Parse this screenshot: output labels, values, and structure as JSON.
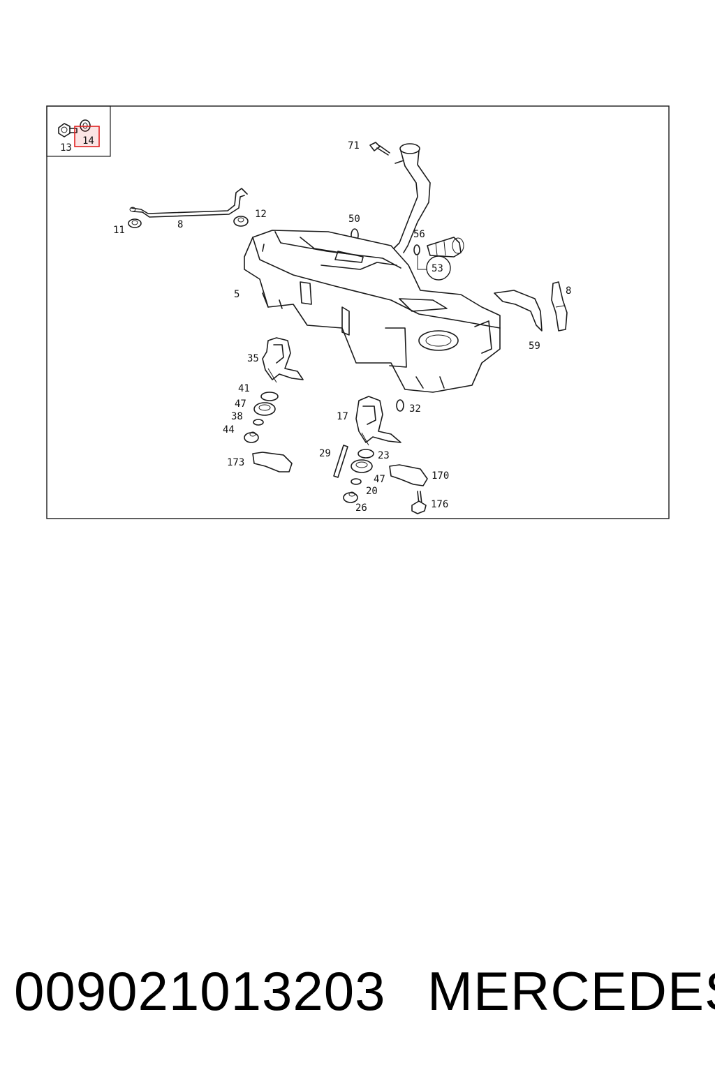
{
  "diagram": {
    "labels": {
      "p13": "13",
      "p14": "14",
      "p71": "71",
      "p11": "11",
      "p8a": "8",
      "p12": "12",
      "p50": "50",
      "p56": "56",
      "p53": "53",
      "p5": "5",
      "p8b": "8",
      "p59": "59",
      "p35": "35",
      "p41": "41",
      "p47a": "47",
      "p38": "38",
      "p44": "44",
      "p173": "173",
      "p17": "17",
      "p32": "32",
      "p29": "29",
      "p23": "23",
      "p47b": "47",
      "p20": "20",
      "p26": "26",
      "p170": "170",
      "p176": "176"
    },
    "highlight_color": "#e02020"
  },
  "footer": {
    "part_number": "009021013203",
    "brand": "MERCEDES"
  }
}
